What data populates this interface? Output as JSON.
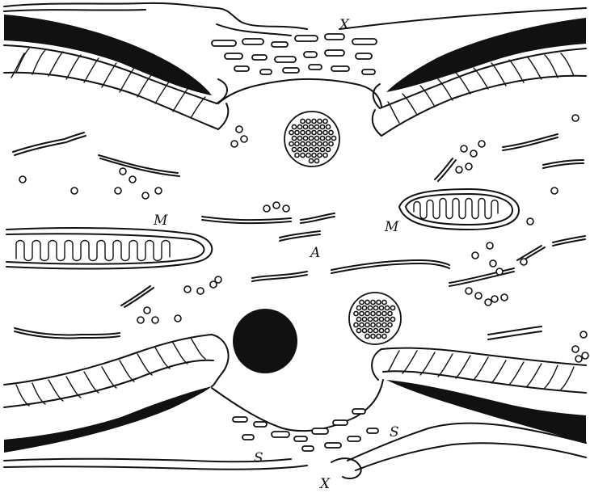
{
  "labels": {
    "x_top": "X",
    "x_bottom": "X",
    "m_left": "M",
    "m_right": "M",
    "a_center": "A",
    "s_left": "S",
    "s_right": "S"
  },
  "colors": {
    "ink": "#111111",
    "background": "#ffffff"
  }
}
